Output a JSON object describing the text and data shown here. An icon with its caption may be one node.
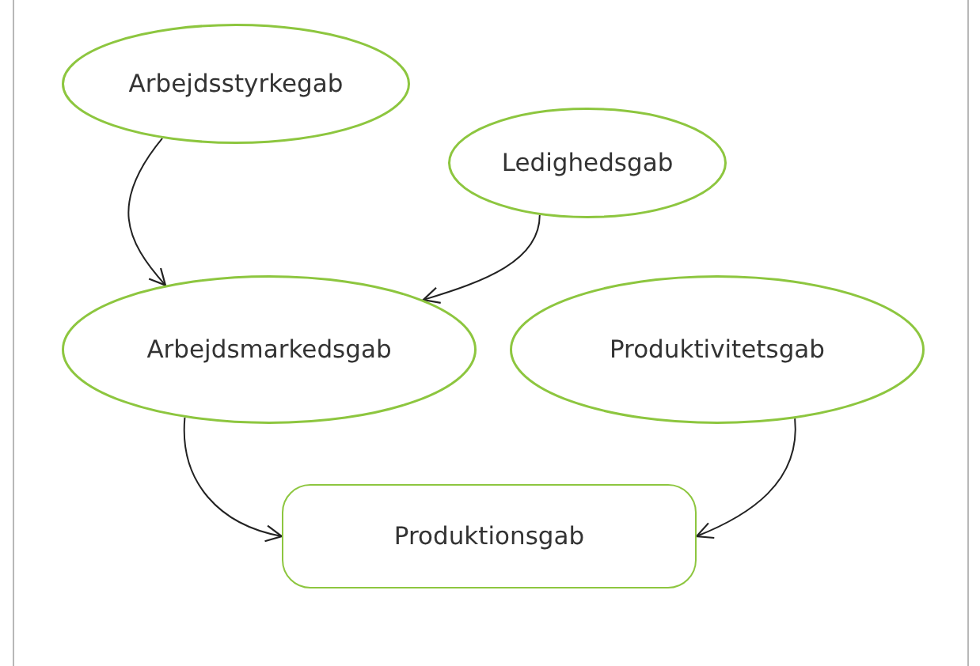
{
  "diagram": {
    "nodes": [
      {
        "text": [
          "Arbejdsstyrkegab"
        ]
      },
      {
        "text": [
          "Ledighedsgab"
        ]
      },
      {
        "text": [
          "Arbejdsmarkedsgab"
        ]
      },
      {
        "text": [
          "Produktivitetsgab"
        ]
      },
      {
        "text": [
          "Produktionsgab"
        ]
      }
    ],
    "edges": [
      {
        "from": 0,
        "to": 2,
        "arrow": "to"
      },
      {
        "from": 1,
        "to": 2,
        "arrow": "to"
      },
      {
        "from": 2,
        "to": 4,
        "arrow": "to"
      },
      {
        "from": 3,
        "to": 4,
        "arrow": "to"
      }
    ]
  }
}
